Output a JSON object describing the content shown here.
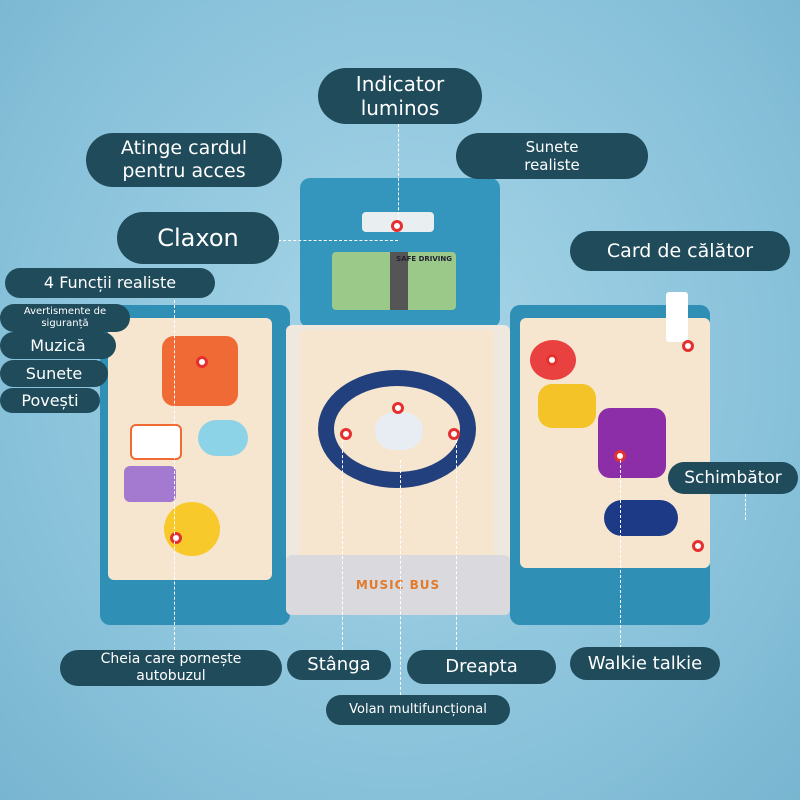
{
  "labels": {
    "indicator": "Indicator luminos",
    "card_access": "Atinge cardul pentru acces",
    "realistic_sounds": "Sunete realiste",
    "horn": "Claxon",
    "travel_card": "Card de călător",
    "four_functions": "4 Funcții realiste",
    "safety_warning": "Avertismente de siguranță",
    "music": "Muzică",
    "sounds": "Sunete",
    "stories": "Povești",
    "shifter": "Schimbător",
    "key": "Cheia care pornește autobuzul",
    "left": "Stânga",
    "right": "Dreapta",
    "walkie": "Walkie talkie",
    "steering": "Volan multifuncțional"
  },
  "toy": {
    "screen_text": "SAFE DRIVING",
    "brand_text": "MUSIC BUS"
  }
}
